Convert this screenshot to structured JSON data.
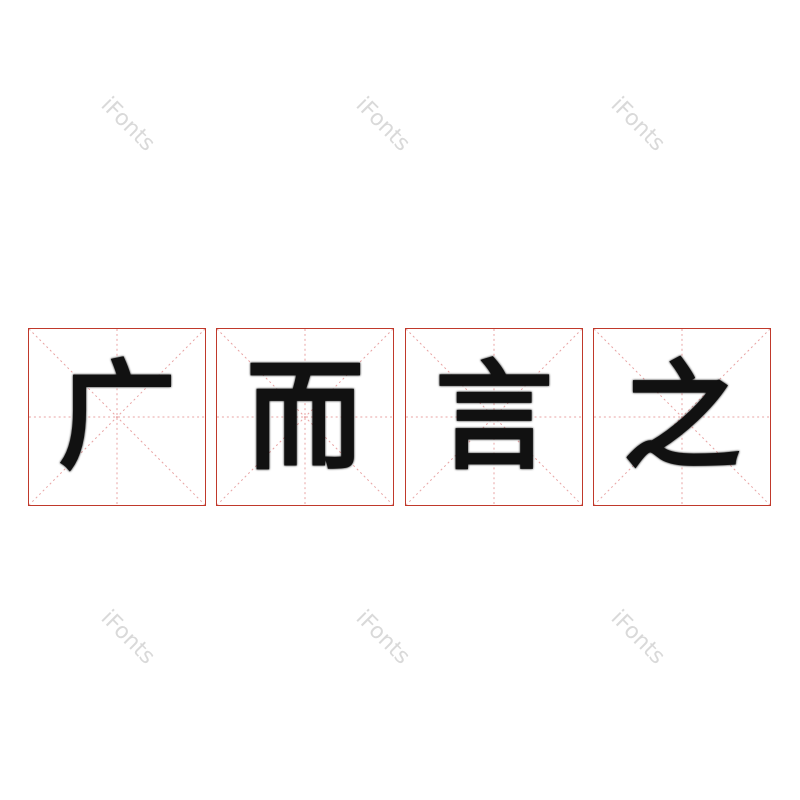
{
  "watermark": {
    "text": "iFonts",
    "color": "#d9d9d9"
  },
  "grid": {
    "border_color": "#c0392b",
    "cells": [
      {
        "char": "广"
      },
      {
        "char": "而"
      },
      {
        "char": "言"
      },
      {
        "char": "之"
      }
    ]
  }
}
